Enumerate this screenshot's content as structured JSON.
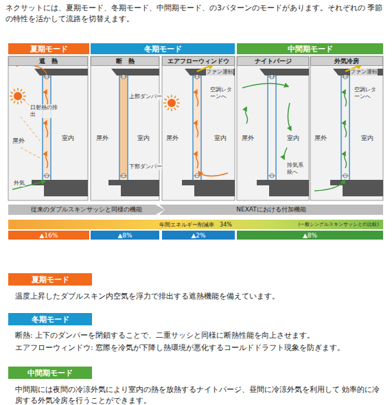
{
  "diagram": {
    "nodes": [
      {
        "text": [
          "夏期モード"
        ]
      },
      {
        "text": [
          "冬期モード"
        ]
      },
      {
        "text": [
          "中間期モード"
        ]
      },
      {
        "text": [
          "遮　熱"
        ]
      },
      {
        "text": [
          "断　熱"
        ]
      },
      {
        "text": [
          "エアフローウィンドウ"
        ]
      },
      {
        "text": [
          "ナイトパージ"
        ]
      },
      {
        "text": [
          "外気冷房"
        ]
      },
      {
        "text": [
          "従来のダブルスキンサッシと同様の機能"
        ]
      },
      {
        "text": [
          "NEXATにおける付加機能"
        ]
      },
      {
        "text": [
          "年間エネルギー削減率　34%",
          "(一般シングルスキンサッシとの比較)"
        ]
      },
      {
        "text": [
          "▲16%"
        ]
      },
      {
        "text": [
          "▲8%"
        ]
      },
      {
        "text": [
          "▲2%"
        ]
      },
      {
        "text": [
          "▲8%"
        ]
      },
      {
        "text": [
          "夏期モード"
        ]
      },
      {
        "text": [
          "冬期モード"
        ]
      },
      {
        "text": [
          "中間期モード"
        ]
      }
    ],
    "labels": [
      "ネクサットには、夏期モード、冬期モード、中間期モード、の3パターンのモードがあります。それぞれの 季節の特性を活かして流路を切替えます。",
      "日射熱の排出",
      "屋外",
      "室内",
      "外気",
      "上部ダンパー",
      "屋外",
      "室内",
      "下部ダンパー",
      "ファン運転",
      "空調レターンへ",
      "屋外",
      "室内",
      "屋外",
      "室内",
      "排気系統へ",
      "ファン運転",
      "空調レターンへ",
      "屋外",
      "室内",
      "温度上昇したダブルスキン内空気を浮力で排出する遮熱機能を備えています。",
      "断熱: 上下のダンパーを閉鎖することで、二重サッシと同様に断熱性能を向上させます。",
      "エアフローウィンドウ: 窓際を冷気が下降し熱環境が悪化するコールドドラフト現象を防ぎます。",
      "中間期には夜間の冷涼外気により室内の熱を放熱するナイトパージ、昼間に冷涼外気を利用して 効率的に冷房する外気冷房を行うことができます。"
    ]
  }
}
